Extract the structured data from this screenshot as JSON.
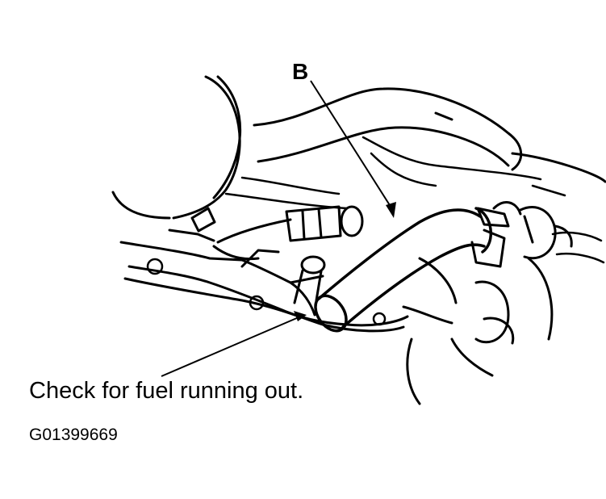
{
  "labels": {
    "callout_b": "B",
    "caption": "Check for fuel running out.",
    "figure_id": "G01399669"
  },
  "colors": {
    "ink": "#000000",
    "paper": "#ffffff"
  }
}
